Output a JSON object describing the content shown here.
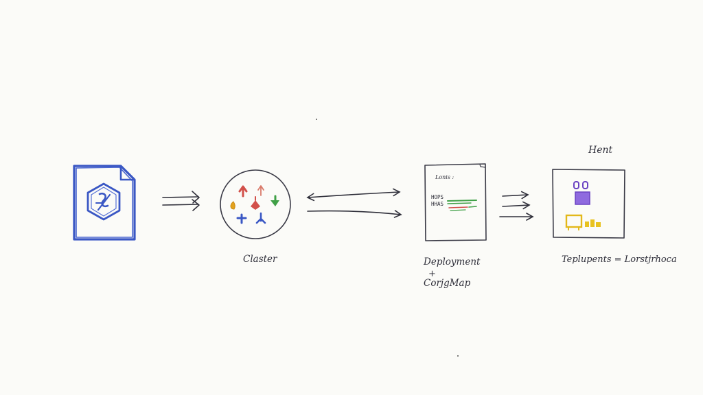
{
  "diagram": {
    "nodes": {
      "manifest": {
        "icon": "kubernetes-manifest-file-icon"
      },
      "cluster": {
        "label": "Claster",
        "icon": "cluster-circle-icon"
      },
      "deployment": {
        "label_line1": "Deployment",
        "label_plus": "+",
        "label_line2": "CorjgMap",
        "doc_title": "Lonis :",
        "doc_row1": "HOPS",
        "doc_row2": "HHAS",
        "icon": "deployment-document-icon"
      },
      "host": {
        "title": "Hent",
        "label": "Teplupents = Lorstjrhoca",
        "icon": "host-window-icon"
      }
    },
    "arrows": [
      {
        "from": "manifest",
        "to": "cluster",
        "style": "double-arrow-right"
      },
      {
        "from": "cluster",
        "to": "deployment",
        "style": "bidirectional-pair"
      },
      {
        "from": "deployment",
        "to": "host",
        "style": "triple-arrow-right"
      }
    ],
    "colors": {
      "ink": "#2f2f3a",
      "blue": "#3a57c4",
      "red": "#d2504a",
      "green": "#3fa046",
      "orange": "#e3a21d",
      "purple": "#7b4fd0",
      "yellow": "#e8c21f"
    }
  }
}
